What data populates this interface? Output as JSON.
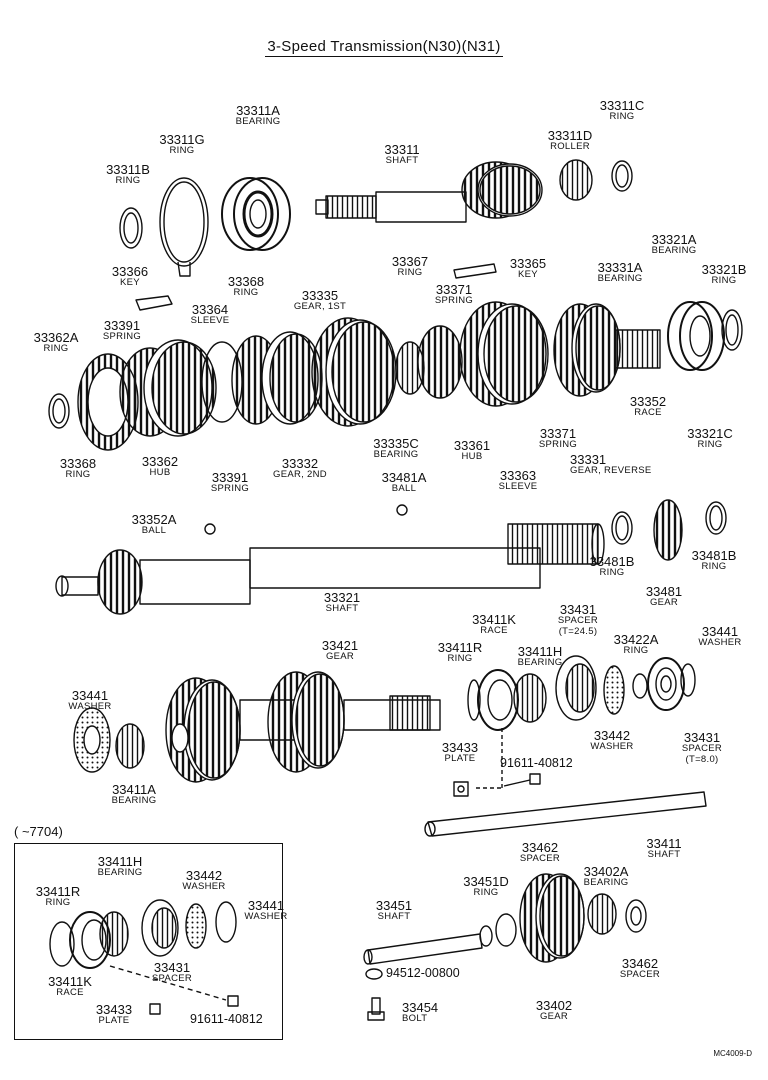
{
  "title": "3-Speed Transmission(N30)(N31)",
  "inset_header": "(      ~7704)",
  "diagram_code": "MC4009-D",
  "labels": {
    "p33311A": {
      "number": "33311A",
      "name": "BEARING"
    },
    "p33311G": {
      "number": "33311G",
      "name": "RING"
    },
    "p33311B": {
      "number": "33311B",
      "name": "RING"
    },
    "p33311": {
      "number": "33311",
      "name": "SHAFT"
    },
    "p33311C": {
      "number": "33311C",
      "name": "RING"
    },
    "p33311D": {
      "number": "33311D",
      "name": "ROLLER"
    },
    "p33366": {
      "number": "33366",
      "name": "KEY"
    },
    "p33368top": {
      "number": "33368",
      "name": "RING"
    },
    "p33335": {
      "number": "33335",
      "name": "GEAR, 1ST"
    },
    "p33367": {
      "number": "33367",
      "name": "RING"
    },
    "p33365": {
      "number": "33365",
      "name": "KEY"
    },
    "p33371top": {
      "number": "33371",
      "name": "SPRING"
    },
    "p33331A": {
      "number": "33331A",
      "name": "BEARING"
    },
    "p33321A": {
      "number": "33321A",
      "name": "BEARING"
    },
    "p33321B": {
      "number": "33321B",
      "name": "RING"
    },
    "p33364": {
      "number": "33364",
      "name": "SLEEVE"
    },
    "p33391top": {
      "number": "33391",
      "name": "SPRING"
    },
    "p33362A": {
      "number": "33362A",
      "name": "RING"
    },
    "p33368bot": {
      "number": "33368",
      "name": "RING"
    },
    "p33362": {
      "number": "33362",
      "name": "HUB"
    },
    "p33391bot": {
      "number": "33391",
      "name": "SPRING"
    },
    "p33332": {
      "number": "33332",
      "name": "GEAR, 2ND"
    },
    "p33335C": {
      "number": "33335C",
      "name": "BEARING"
    },
    "p33361": {
      "number": "33361",
      "name": "HUB"
    },
    "p33363": {
      "number": "33363",
      "name": "SLEEVE"
    },
    "p33371bot": {
      "number": "33371",
      "name": "SPRING"
    },
    "p33331": {
      "number": "33331",
      "name": "GEAR, REVERSE"
    },
    "p33352": {
      "number": "33352",
      "name": "RACE"
    },
    "p33321C": {
      "number": "33321C",
      "name": "RING"
    },
    "p33481A": {
      "number": "33481A",
      "name": "BALL"
    },
    "p33352A": {
      "number": "33352A",
      "name": "BALL"
    },
    "p33321": {
      "number": "33321",
      "name": "SHAFT"
    },
    "p33481B1": {
      "number": "33481B",
      "name": "RING"
    },
    "p33481": {
      "number": "33481",
      "name": "GEAR"
    },
    "p33481B2": {
      "number": "33481B",
      "name": "RING"
    },
    "p33421": {
      "number": "33421",
      "name": "GEAR"
    },
    "p33411K": {
      "number": "33411K",
      "name": "RACE"
    },
    "p33431top": {
      "number": "33431",
      "name": "SPACER",
      "extra": "(T=24.5)"
    },
    "p33411R": {
      "number": "33411R",
      "name": "RING"
    },
    "p33411H": {
      "number": "33411H",
      "name": "BEARING"
    },
    "p33422A": {
      "number": "33422A",
      "name": "RING"
    },
    "p33441top": {
      "number": "33441",
      "name": "WASHER"
    },
    "p33441left": {
      "number": "33441",
      "name": "WASHER"
    },
    "p33442": {
      "number": "33442",
      "name": "WASHER"
    },
    "p33431right": {
      "number": "33431",
      "name": "SPACER",
      "extra": "(T=8.0)"
    },
    "p33433": {
      "number": "33433",
      "name": "PLATE"
    },
    "p33411A": {
      "number": "33411A",
      "name": "BEARING"
    },
    "p33411": {
      "number": "33411",
      "name": "SHAFT"
    },
    "b33411H": {
      "number": "33411H",
      "name": "BEARING"
    },
    "b33442": {
      "number": "33442",
      "name": "WASHER"
    },
    "b33411R": {
      "number": "33411R",
      "name": "RING"
    },
    "b33441": {
      "number": "33441",
      "name": "WASHER"
    },
    "b33411K": {
      "number": "33411K",
      "name": "RACE"
    },
    "b33431": {
      "number": "33431",
      "name": "SPACER"
    },
    "b33433": {
      "number": "33433",
      "name": "PLATE"
    },
    "p33462top": {
      "number": "33462",
      "name": "SPACER"
    },
    "p33451D": {
      "number": "33451D",
      "name": "RING"
    },
    "p33402A": {
      "number": "33402A",
      "name": "BEARING"
    },
    "p33451": {
      "number": "33451",
      "name": "SHAFT"
    },
    "p33462bot": {
      "number": "33462",
      "name": "SPACER"
    },
    "p33402": {
      "number": "33402",
      "name": "GEAR"
    },
    "p33454": {
      "number": "33454",
      "name": "BOLT"
    }
  },
  "inline_parts": {
    "bolt_main": "91611-40812",
    "bolt_box": "91611-40812",
    "nut": "94512-00800"
  }
}
